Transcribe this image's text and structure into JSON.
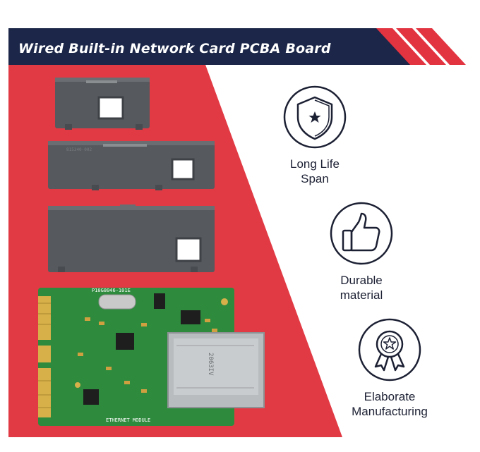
{
  "banner": {
    "title": "Wired Built-in Network Card PCBA Board",
    "color": "#1b2648",
    "accent": "#e23340"
  },
  "colors": {
    "background_red": "#e23a44",
    "pcb_green": "#2e8b3e",
    "cover_gray": "#56595d",
    "icon_stroke": "#1c2033"
  },
  "product": {
    "pcb_silkscreen_top": "P10G8046-101E",
    "pcb_silkscreen_bottom": "ETHERNET MODULE",
    "jack_label": "2063IV",
    "cover_code": "815340-002"
  },
  "features": [
    {
      "icon": "shield-star-icon",
      "label": "Long Life\nSpan"
    },
    {
      "icon": "thumbs-up-icon",
      "label": "Durable\nmaterial"
    },
    {
      "icon": "award-ribbon-icon",
      "label": "Elaborate\nManufacturing"
    }
  ]
}
